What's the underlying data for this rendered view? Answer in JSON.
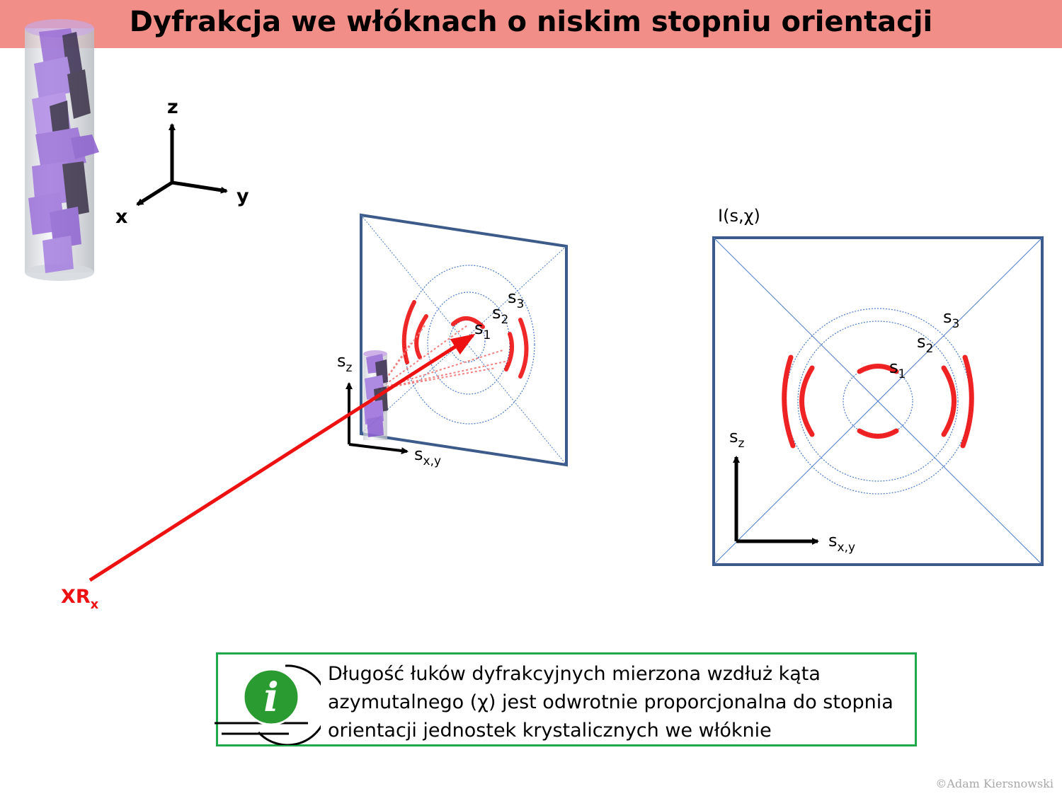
{
  "header": {
    "title": "Dyfrakcja we włóknach o niskim stopniu orientacji"
  },
  "axes3d": {
    "z_label": "z",
    "y_label": "y",
    "x_label": "x"
  },
  "beam": {
    "label": "XR",
    "label_sub": "x",
    "color": "#ee1111"
  },
  "screen_left": {
    "ring_labels": [
      {
        "base": "s",
        "sub": "1"
      },
      {
        "base": "s",
        "sub": "2"
      },
      {
        "base": "s",
        "sub": "3"
      }
    ],
    "axis_z": {
      "base": "s",
      "sub": "z"
    },
    "axis_xy": {
      "base": "s",
      "sub": "x,y"
    }
  },
  "screen_right": {
    "title": "I(s,χ)",
    "ring_labels": [
      {
        "base": "s",
        "sub": "1"
      },
      {
        "base": "s",
        "sub": "2"
      },
      {
        "base": "s",
        "sub": "3"
      }
    ],
    "axis_z": {
      "base": "s",
      "sub": "z"
    },
    "axis_xy": {
      "base": "s",
      "sub": "x,y"
    }
  },
  "info": {
    "icon": "info-icon",
    "text": "Długość łuków dyfrakcyjnych mierzona wzdłuż kąta azymutalnego (χ) jest odwrotnie proporcjonalna do stopnia orientacji jednostek krystalicznych we włóknie"
  },
  "footer": {
    "copyright": "©Adam Kiersnowski"
  },
  "colors": {
    "title_bar": "#f08e87",
    "frame": "#3c5a8a",
    "arc": "#ee1111",
    "info_border": "#20a84a",
    "icon_green": "#2a9b30"
  }
}
